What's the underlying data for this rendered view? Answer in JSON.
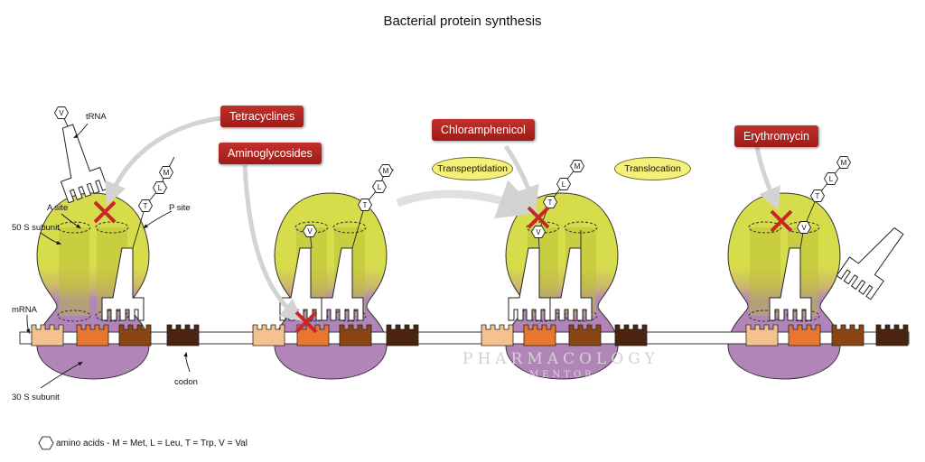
{
  "title": "Bacterial protein synthesis",
  "drugs": {
    "tetracyclines": "Tetracyclines",
    "aminoglycosides": "Aminoglycosides",
    "chloramphenicol": "Chloramphenicol",
    "erythromycin": "Erythromycin"
  },
  "processes": {
    "transpeptidation": "Transpeptidation",
    "translocation": "Translocation"
  },
  "labels": {
    "trna": "tRNA",
    "a_site": "A site",
    "p_site": "P site",
    "subunit_50s": "50 S subunit",
    "mrna": "mRNA",
    "codon": "codon",
    "subunit_30s": "30 S subunit"
  },
  "amino_acids": {
    "v": "V",
    "t": "T",
    "l": "L",
    "m": "M"
  },
  "legend": "amino acids - M = Met, L = Leu, T = Trp, V = Val",
  "watermark": {
    "line1": "PHARMACOLOGY",
    "line2": "MENTOR"
  },
  "colors": {
    "ribosome_top": "#d6dc4a",
    "ribosome_bottom": "#b285b9",
    "blocked_x": "#c62828",
    "drug_box": "#b22222",
    "process_ellipse": "#f4f07a",
    "codon_light": "#f4c28e",
    "codon_orange": "#e8772e",
    "codon_brown": "#8b4513",
    "codon_dark": "#4a2410",
    "arrow_gray": "#d3d3d3"
  }
}
